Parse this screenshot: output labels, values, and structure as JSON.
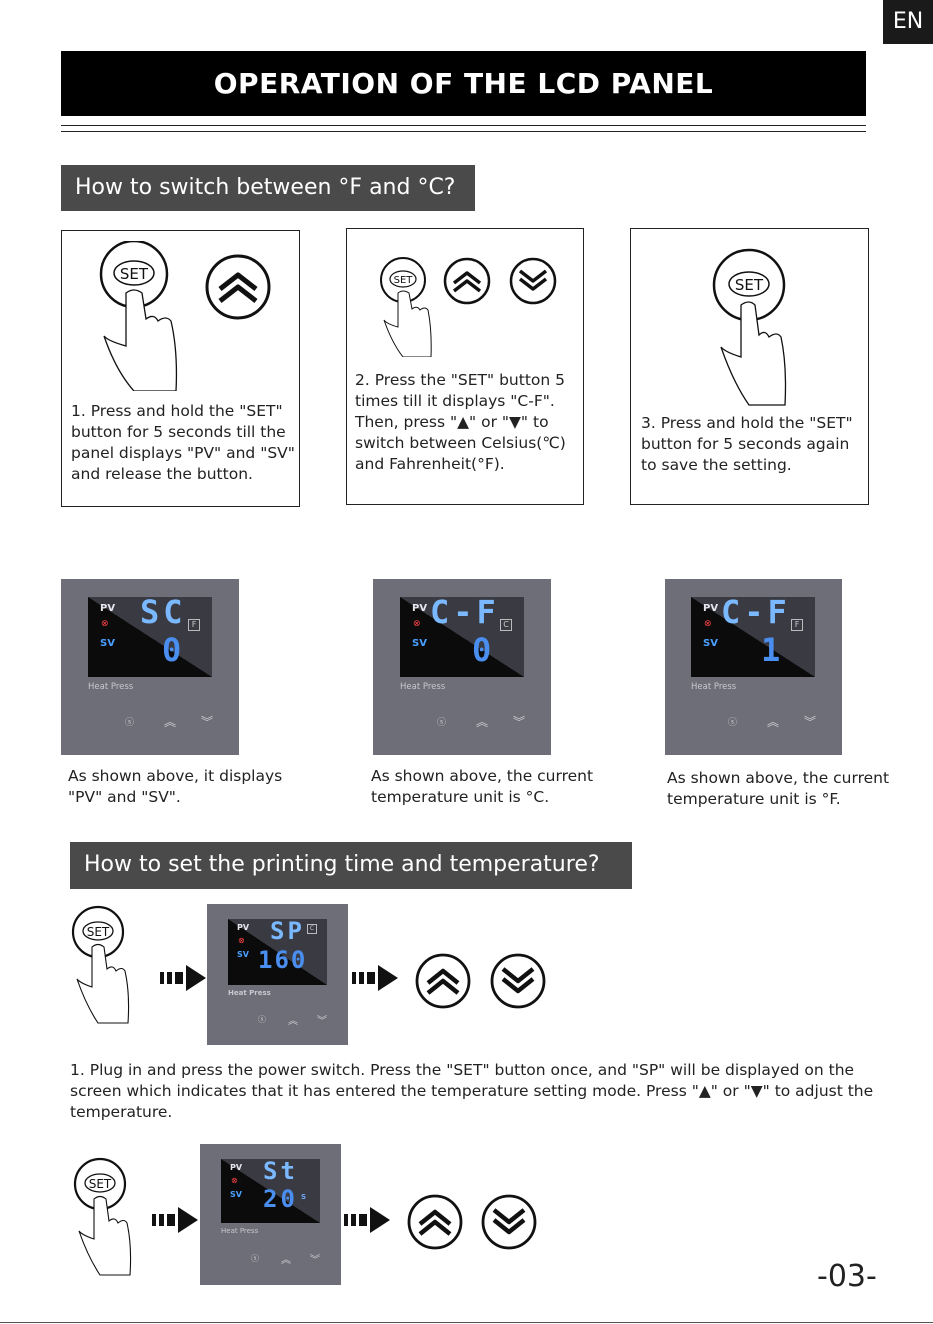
{
  "lang": "EN",
  "title": "OPERATION OF THE LCD PANEL",
  "section1": {
    "heading": "How to switch between °F and °C?",
    "step1": "1. Press and hold the \"SET\" button for 5 seconds till the panel displays \"PV\" and \"SV\" and release the button.",
    "step2": "2. Press the \"SET\" button 5 times till it displays \"C-F\". Then, press \"▲\" or \"▼\" to switch between Celsius(℃) and Fahrenheit(°F).",
    "step3": "3. Press and hold the \"SET\" button for 5 seconds again to save the setting.",
    "caption1": "As shown above, it displays \"PV\" and \"SV\".",
    "caption2": "As shown above, the current temperature unit is °C.",
    "caption3": "As shown above, the current temperature unit is °F."
  },
  "section2": {
    "heading": "How to set the printing time and temperature?",
    "step1": "1. Plug in and press the power switch. Press the \"SET\" button once, and \"SP\" will be displayed on the screen which indicates that it has entered the temperature setting mode. Press \"▲\" or \"▼\" to adjust the temperature."
  },
  "panel_labels": {
    "pv": "PV",
    "sv": "SV",
    "heat_press": "Heat Press",
    "set": "SET"
  },
  "displays": {
    "d1": {
      "top": "SC",
      "bottom": "0",
      "unit": "F"
    },
    "d2": {
      "top": "C-F",
      "bottom": "0",
      "unit": "C"
    },
    "d3": {
      "top": "C-F",
      "bottom": "1",
      "unit": "F"
    },
    "d4": {
      "top": "SP",
      "bottom": "160",
      "unit": "C"
    },
    "d5": {
      "top": "St",
      "bottom": "20",
      "unit": "S"
    }
  },
  "set_button_label": "SET",
  "page_number": "-03-"
}
